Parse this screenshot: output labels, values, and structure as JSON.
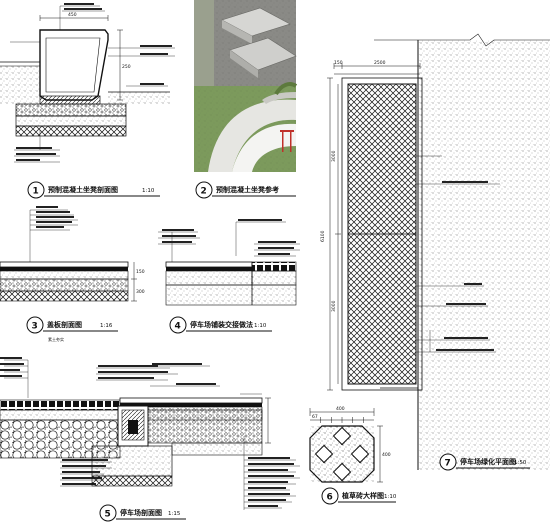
{
  "details": [
    {
      "number": "1",
      "title": "预制混凝土坐凳剖面图",
      "scale": "1:10"
    },
    {
      "number": "2",
      "title": "预制混凝土坐凳参考",
      "scale": ""
    },
    {
      "number": "3",
      "title": "盖板剖面图",
      "scale": "1:16"
    },
    {
      "number": "4",
      "title": "停车场铺装交接做法",
      "scale": "1:10"
    },
    {
      "number": "5",
      "title": "停车场剖面图",
      "scale": "1:15"
    },
    {
      "number": "6",
      "title": "植草砖大样图",
      "scale": "1:10"
    },
    {
      "number": "7",
      "title": "停车场绿化平面图",
      "scale": "1:50"
    }
  ],
  "dimensions": {
    "d1_height": "250",
    "d1_base": "450",
    "d7_top_a": "150",
    "d7_top_b": "2500",
    "d7_side_total": "6100",
    "d7_side_upper": "3000",
    "d7_side_lower": "3000",
    "d6_width": "400",
    "d6_module": "67",
    "d6_height": "400",
    "d3_h1": "150",
    "d3_h2": "300"
  },
  "notes": {
    "d3_sub": "素土夯实"
  }
}
